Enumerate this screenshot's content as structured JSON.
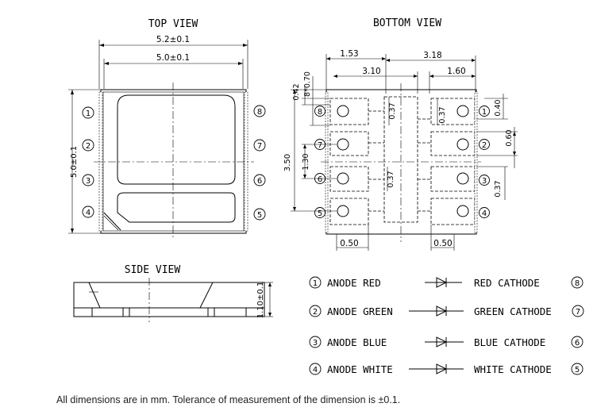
{
  "views": {
    "top": "TOP VIEW",
    "bottom": "BOTTOM VIEW",
    "side": "SIDE VIEW"
  },
  "top_view": {
    "dim_width_outer": "5.2±0.1",
    "dim_width_inner": "5.0±0.1",
    "dim_height": "5.0±0.1",
    "dim_side_total": "3.50",
    "pins_left": [
      "1",
      "2",
      "3",
      "4"
    ],
    "pins_right": [
      "8",
      "7",
      "6",
      "5"
    ]
  },
  "bottom_view": {
    "dim_1_53": "1.53",
    "dim_3_18": "3.18",
    "dim_3_10": "3.10",
    "dim_1_60": "1.60",
    "dim_0_42": "0.42",
    "dim_8x0_70": "8*0.70",
    "dim_1_30": "1.30",
    "dim_0_37_a": "0.37",
    "dim_0_37_b": "0.37",
    "dim_0_37_c": "0.37",
    "dim_0_37_d": "0.37",
    "dim_0_40": "0.40",
    "dim_0_60": "0.60",
    "dim_0_50_left": "0.50",
    "dim_0_50_right": "0.50",
    "pins_left": [
      "8",
      "7",
      "6",
      "5"
    ],
    "pins_right": [
      "1",
      "2",
      "3",
      "4"
    ]
  },
  "side_view": {
    "dim_height": "1.10±0.1"
  },
  "legend": [
    {
      "num": "1",
      "anode": "ANODE RED",
      "cathode": "RED CATHODE",
      "cnum": "8"
    },
    {
      "num": "2",
      "anode": "ANODE GREEN",
      "cathode": "GREEN CATHODE",
      "cnum": "7"
    },
    {
      "num": "3",
      "anode": "ANODE BLUE",
      "cathode": "BLUE CATHODE",
      "cnum": "6"
    },
    {
      "num": "4",
      "anode": "ANODE WHITE",
      "cathode": "WHITE CATHODE",
      "cnum": "5"
    }
  ],
  "footnote": "All dimensions are in mm. Tolerance of measurement of the dimension is ±0.1."
}
